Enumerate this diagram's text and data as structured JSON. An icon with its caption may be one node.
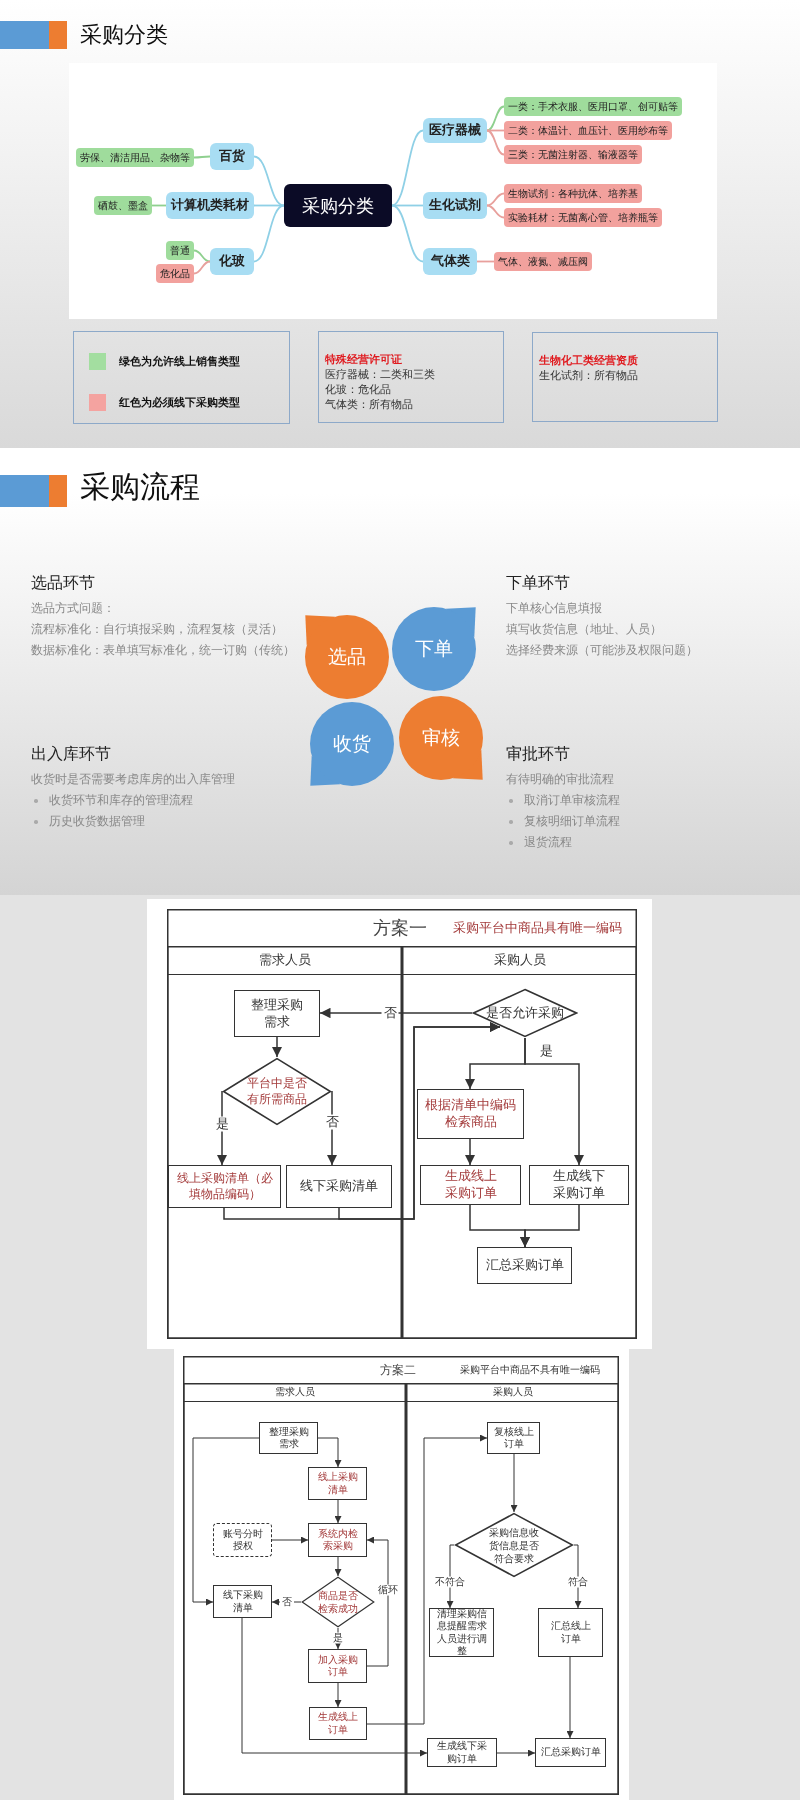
{
  "diagram": {
    "nodes": [
      {
        "text": [
          "采购分类"
        ]
      },
      {
        "text": [
          "百货"
        ]
      },
      {
        "text": [
          "劳保、清洁用品、杂物等"
        ]
      },
      {
        "text": [
          "计算机类耗材"
        ]
      },
      {
        "text": [
          "硒鼓、墨盒"
        ]
      },
      {
        "text": [
          "化玻"
        ]
      },
      {
        "text": [
          "普通"
        ]
      },
      {
        "text": [
          "危化品"
        ]
      },
      {
        "text": [
          "医疗器械"
        ]
      },
      {
        "text": [
          "一类：手术衣服、医用口罩、创可贴等"
        ]
      },
      {
        "text": [
          "二类：体温计、血压计、医用纱布等"
        ]
      },
      {
        "text": [
          "三类：无菌注射器、输液器等"
        ]
      },
      {
        "text": [
          "生化试剂"
        ]
      },
      {
        "text": [
          "生物试剂：各种抗体、培养基"
        ]
      },
      {
        "text": [
          "实验耗材：无菌离心管、培养瓶等"
        ]
      },
      {
        "text": [
          "气体类"
        ]
      },
      {
        "text": [
          "气体、液氮、减压阀"
        ]
      },
      {
        "text": [
          "特殊经营许可证",
          "医疗器械：二类和三类",
          "化玻：危化品",
          "气体类：所有物品"
        ]
      },
      {
        "text": [
          "生物化工类经营资质",
          "生化试剂：所有物品"
        ]
      },
      {
        "text": [
          "选品"
        ]
      },
      {
        "text": [
          "下单"
        ]
      },
      {
        "text": [
          "收货"
        ]
      },
      {
        "text": [
          "审核"
        ]
      },
      {
        "text": [
          "方案一",
          "采购平台中商品具有唯一编码"
        ]
      },
      {
        "text": [
          "需求人员"
        ],
        "in": 23
      },
      {
        "text": [
          "采购人员"
        ],
        "in": 23
      },
      {
        "text": [
          "整理采购需求"
        ],
        "in": 24
      },
      {
        "text": [
          "平台中是否有所需商品"
        ],
        "in": 24
      },
      {
        "text": [
          "线上采购清单（必填物品编码）"
        ],
        "in": 24
      },
      {
        "text": [
          "线下采购清单"
        ],
        "in": 24
      },
      {
        "text": [
          "是否允许采购"
        ],
        "in": 25
      },
      {
        "text": [
          "根据清单中编码检索商品"
        ],
        "in": 25
      },
      {
        "text": [
          "生成线上采购订单"
        ],
        "in": 25
      },
      {
        "text": [
          "生成线下采购订单"
        ],
        "in": 25
      },
      {
        "text": [
          "汇总采购订单"
        ],
        "in": 25
      },
      {
        "text": [
          "方案二",
          "采购平台中商品不具有唯一编码"
        ]
      },
      {
        "text": [
          "需求人员"
        ],
        "in": 35
      },
      {
        "text": [
          "采购人员"
        ],
        "in": 35
      },
      {
        "text": [
          "整理采购需求"
        ],
        "in": 36
      },
      {
        "text": [
          "线上采购清单"
        ],
        "in": 36
      },
      {
        "text": [
          "账号分时授权"
        ],
        "in": 36
      },
      {
        "text": [
          "系统内检索采购"
        ],
        "in": 36
      },
      {
        "text": [
          "线下采购清单"
        ],
        "in": 36
      },
      {
        "text": [
          "商品是否检索成功"
        ],
        "in": 36
      },
      {
        "text": [
          "加入采购订单"
        ],
        "in": 36
      },
      {
        "text": [
          "生成线上订单"
        ],
        "in": 36
      },
      {
        "text": [
          "复核线上订单"
        ],
        "in": 37
      },
      {
        "text": [
          "采购信息收货信息是否符合要求"
        ],
        "in": 37
      },
      {
        "text": [
          "清理采购信息提醒需求人员进行调整"
        ],
        "in": 37
      },
      {
        "text": [
          "汇总线上订单"
        ],
        "in": 37
      },
      {
        "text": [
          "生成线下采购订单"
        ],
        "in": 37
      },
      {
        "text": [
          "汇总采购订单"
        ],
        "in": 37
      }
    ],
    "edges": [
      {
        "from": 0,
        "to": 1,
        "arrow": "none",
        "color": "#8fd0e6"
      },
      {
        "from": 1,
        "to": 2,
        "arrow": "none",
        "color": "#8fd08f"
      },
      {
        "from": 0,
        "to": 3,
        "arrow": "none",
        "color": "#8fd0e6"
      },
      {
        "from": 3,
        "to": 4,
        "arrow": "none",
        "color": "#8fd08f"
      },
      {
        "from": 0,
        "to": 5,
        "arrow": "none",
        "color": "#8fd0e6"
      },
      {
        "from": 5,
        "to": 6,
        "arrow": "none",
        "color": "#8fd08f"
      },
      {
        "from": 5,
        "to": 7,
        "arrow": "none",
        "color": "#e8a09c"
      },
      {
        "from": 0,
        "to": 8,
        "arrow": "none",
        "color": "#8fd0e6"
      },
      {
        "from": 8,
        "to": 9,
        "arrow": "none",
        "color": "#8fd08f"
      },
      {
        "from": 8,
        "to": 10,
        "arrow": "none",
        "color": "#e8a09c"
      },
      {
        "from": 8,
        "to": 11,
        "arrow": "none",
        "color": "#e8a09c"
      },
      {
        "from": 0,
        "to": 12,
        "arrow": "none",
        "color": "#8fd0e6"
      },
      {
        "from": 12,
        "to": 13,
        "arrow": "none",
        "color": "#e8a09c"
      },
      {
        "from": 12,
        "to": 14,
        "arrow": "none",
        "color": "#e8a09c"
      },
      {
        "from": 0,
        "to": 15,
        "arrow": "none",
        "color": "#8fd0e6"
      },
      {
        "from": 15,
        "to": 16,
        "arrow": "none",
        "color": "#e8a09c"
      },
      {
        "from": 30,
        "to": 26,
        "arrow": "to",
        "label": "否"
      },
      {
        "from": 26,
        "to": 27,
        "arrow": "to"
      },
      {
        "from": 27,
        "to": 28,
        "arrow": "to",
        "label": "是"
      },
      {
        "from": 27,
        "to": 29,
        "arrow": "to",
        "label": "否"
      },
      {
        "from": 28,
        "to": 30,
        "arrow": "to"
      },
      {
        "from": 29,
        "to": 30,
        "arrow": "to"
      },
      {
        "from": 30,
        "to": 31,
        "arrow": "to",
        "label": "是"
      },
      {
        "from": 30,
        "to": 33,
        "arrow": "to"
      },
      {
        "from": 31,
        "to": 32,
        "arrow": "to"
      },
      {
        "from": 32,
        "to": 34,
        "arrow": "to"
      },
      {
        "from": 33,
        "to": 34,
        "arrow": "to"
      },
      {
        "from": 38,
        "to": 39,
        "arrow": "to"
      },
      {
        "from": 38,
        "to": 42,
        "arrow": "to"
      },
      {
        "from": 39,
        "to": 41,
        "arrow": "to"
      },
      {
        "from": 40,
        "to": 41,
        "arrow": "to"
      },
      {
        "from": 41,
        "to": 43,
        "arrow": "to"
      },
      {
        "from": 43,
        "to": 42,
        "arrow": "to",
        "label": "否"
      },
      {
        "from": 43,
        "to": 44,
        "arrow": "to",
        "label": "是"
      },
      {
        "from": 44,
        "to": 41,
        "arrow": "to",
        "label": "循环"
      },
      {
        "from": 44,
        "to": 45,
        "arrow": "to"
      },
      {
        "from": 45,
        "to": 46,
        "arrow": "to"
      },
      {
        "from": 42,
        "to": 50,
        "arrow": "to"
      },
      {
        "from": 46,
        "to": 47,
        "arrow": "to"
      },
      {
        "from": 47,
        "to": 48,
        "arrow": "to",
        "label": "不符合"
      },
      {
        "from": 47,
        "to": 49,
        "arrow": "to",
        "label": "符合"
      },
      {
        "from": 49,
        "to": 51,
        "arrow": "to"
      },
      {
        "from": 50,
        "to": 51,
        "arrow": "to"
      }
    ],
    "labels": [
      "采购分类",
      "采购流程",
      "选品环节",
      "选品方式问题：",
      "流程标准化：自行填报采购，流程复核（灵活）",
      "数据标准化：表单填写标准化，统一订购（传统）",
      "下单环节",
      "下单核心信息填报",
      "填写收货信息（地址、人员）",
      "选择经费来源（可能涉及权限问题）",
      "出入库环节",
      "收货时是否需要考虑库房的出入库管理",
      "收货环节和库存的管理流程",
      "历史收货数据管理",
      "审批环节",
      "有待明确的审批流程",
      "取消订单审核流程",
      "复核明细订单流程",
      "退货流程"
    ],
    "legend": [
      {
        "text": "绿色为允许**线上**销售类型",
        "color": "#a3dea0"
      },
      {
        "text": "红色为必须**线下**采购类型",
        "color": "#f4a3a0"
      }
    ]
  }
}
